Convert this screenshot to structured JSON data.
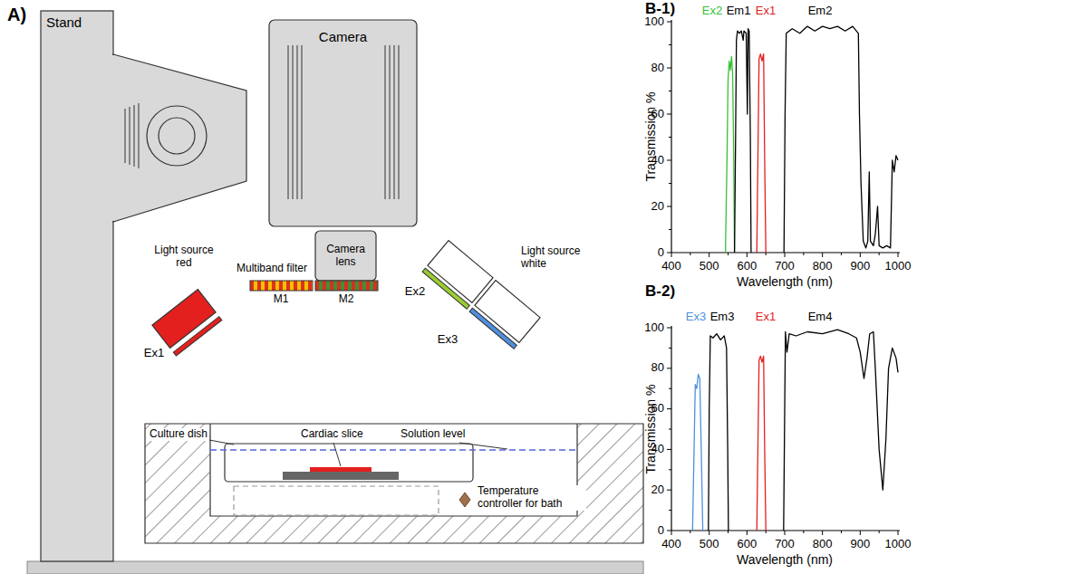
{
  "diagram": {
    "nodes": [
      {
        "text": [
          "Stand"
        ]
      },
      {
        "text": [
          "Camera"
        ]
      },
      {
        "text": [
          "Camera lens"
        ]
      }
    ],
    "labels": [
      "A)",
      "Light source red",
      "Multiband filter",
      "M1",
      "M2",
      "Ex1",
      "Ex2",
      "Ex3",
      "Light source white",
      "Culture dish",
      "Cardiac slice",
      "Solution level",
      "Temperature controller for bath",
      "B-1)",
      "Ex2",
      "Em1",
      "Ex1",
      "Em2",
      "100",
      "80",
      "60",
      "40",
      "20",
      "0",
      "400",
      "500",
      "600",
      "700",
      "800",
      "900",
      "1000",
      "Transmission %",
      "Wavelength (nm)",
      "B-2)",
      "Ex3",
      "Em3",
      "Ex1",
      "Em4",
      "100",
      "80",
      "60",
      "40",
      "20",
      "0",
      "400",
      "500",
      "600",
      "700",
      "800",
      "900",
      "1000",
      "Transmission %",
      "Wavelength (nm)"
    ]
  }
}
